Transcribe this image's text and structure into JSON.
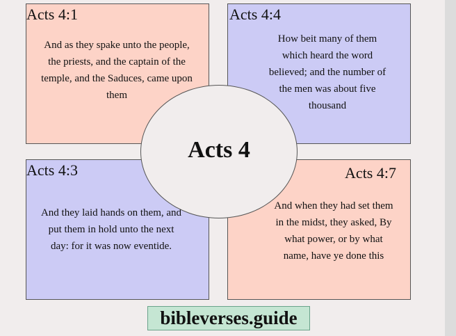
{
  "center": {
    "title": "Acts 4"
  },
  "boxes": {
    "top_left": {
      "ref": "Acts 4:1",
      "text": "And as they spake unto the people, the priests, and the captain of the temple, and the Saduces, came upon them",
      "color": "#fdd3c7"
    },
    "top_right": {
      "ref": "Acts 4:4",
      "text": "How beit many of them which heard the word believed; and the number of the men was about five thousand",
      "color": "#cccbf5"
    },
    "bottom_left": {
      "ref": "Acts 4:3",
      "text": "And they laid hands on them, and put them in hold unto the next day: for it was now eventide.",
      "color": "#cccbf5"
    },
    "bottom_right": {
      "ref": "Acts 4:7",
      "text": "And when they had set them in the midst, they asked, By what power, or by what name, have ye done this",
      "color": "#fdd3c7"
    }
  },
  "footer": {
    "site": "bibleverses.guide",
    "color": "#c5e6d3"
  }
}
